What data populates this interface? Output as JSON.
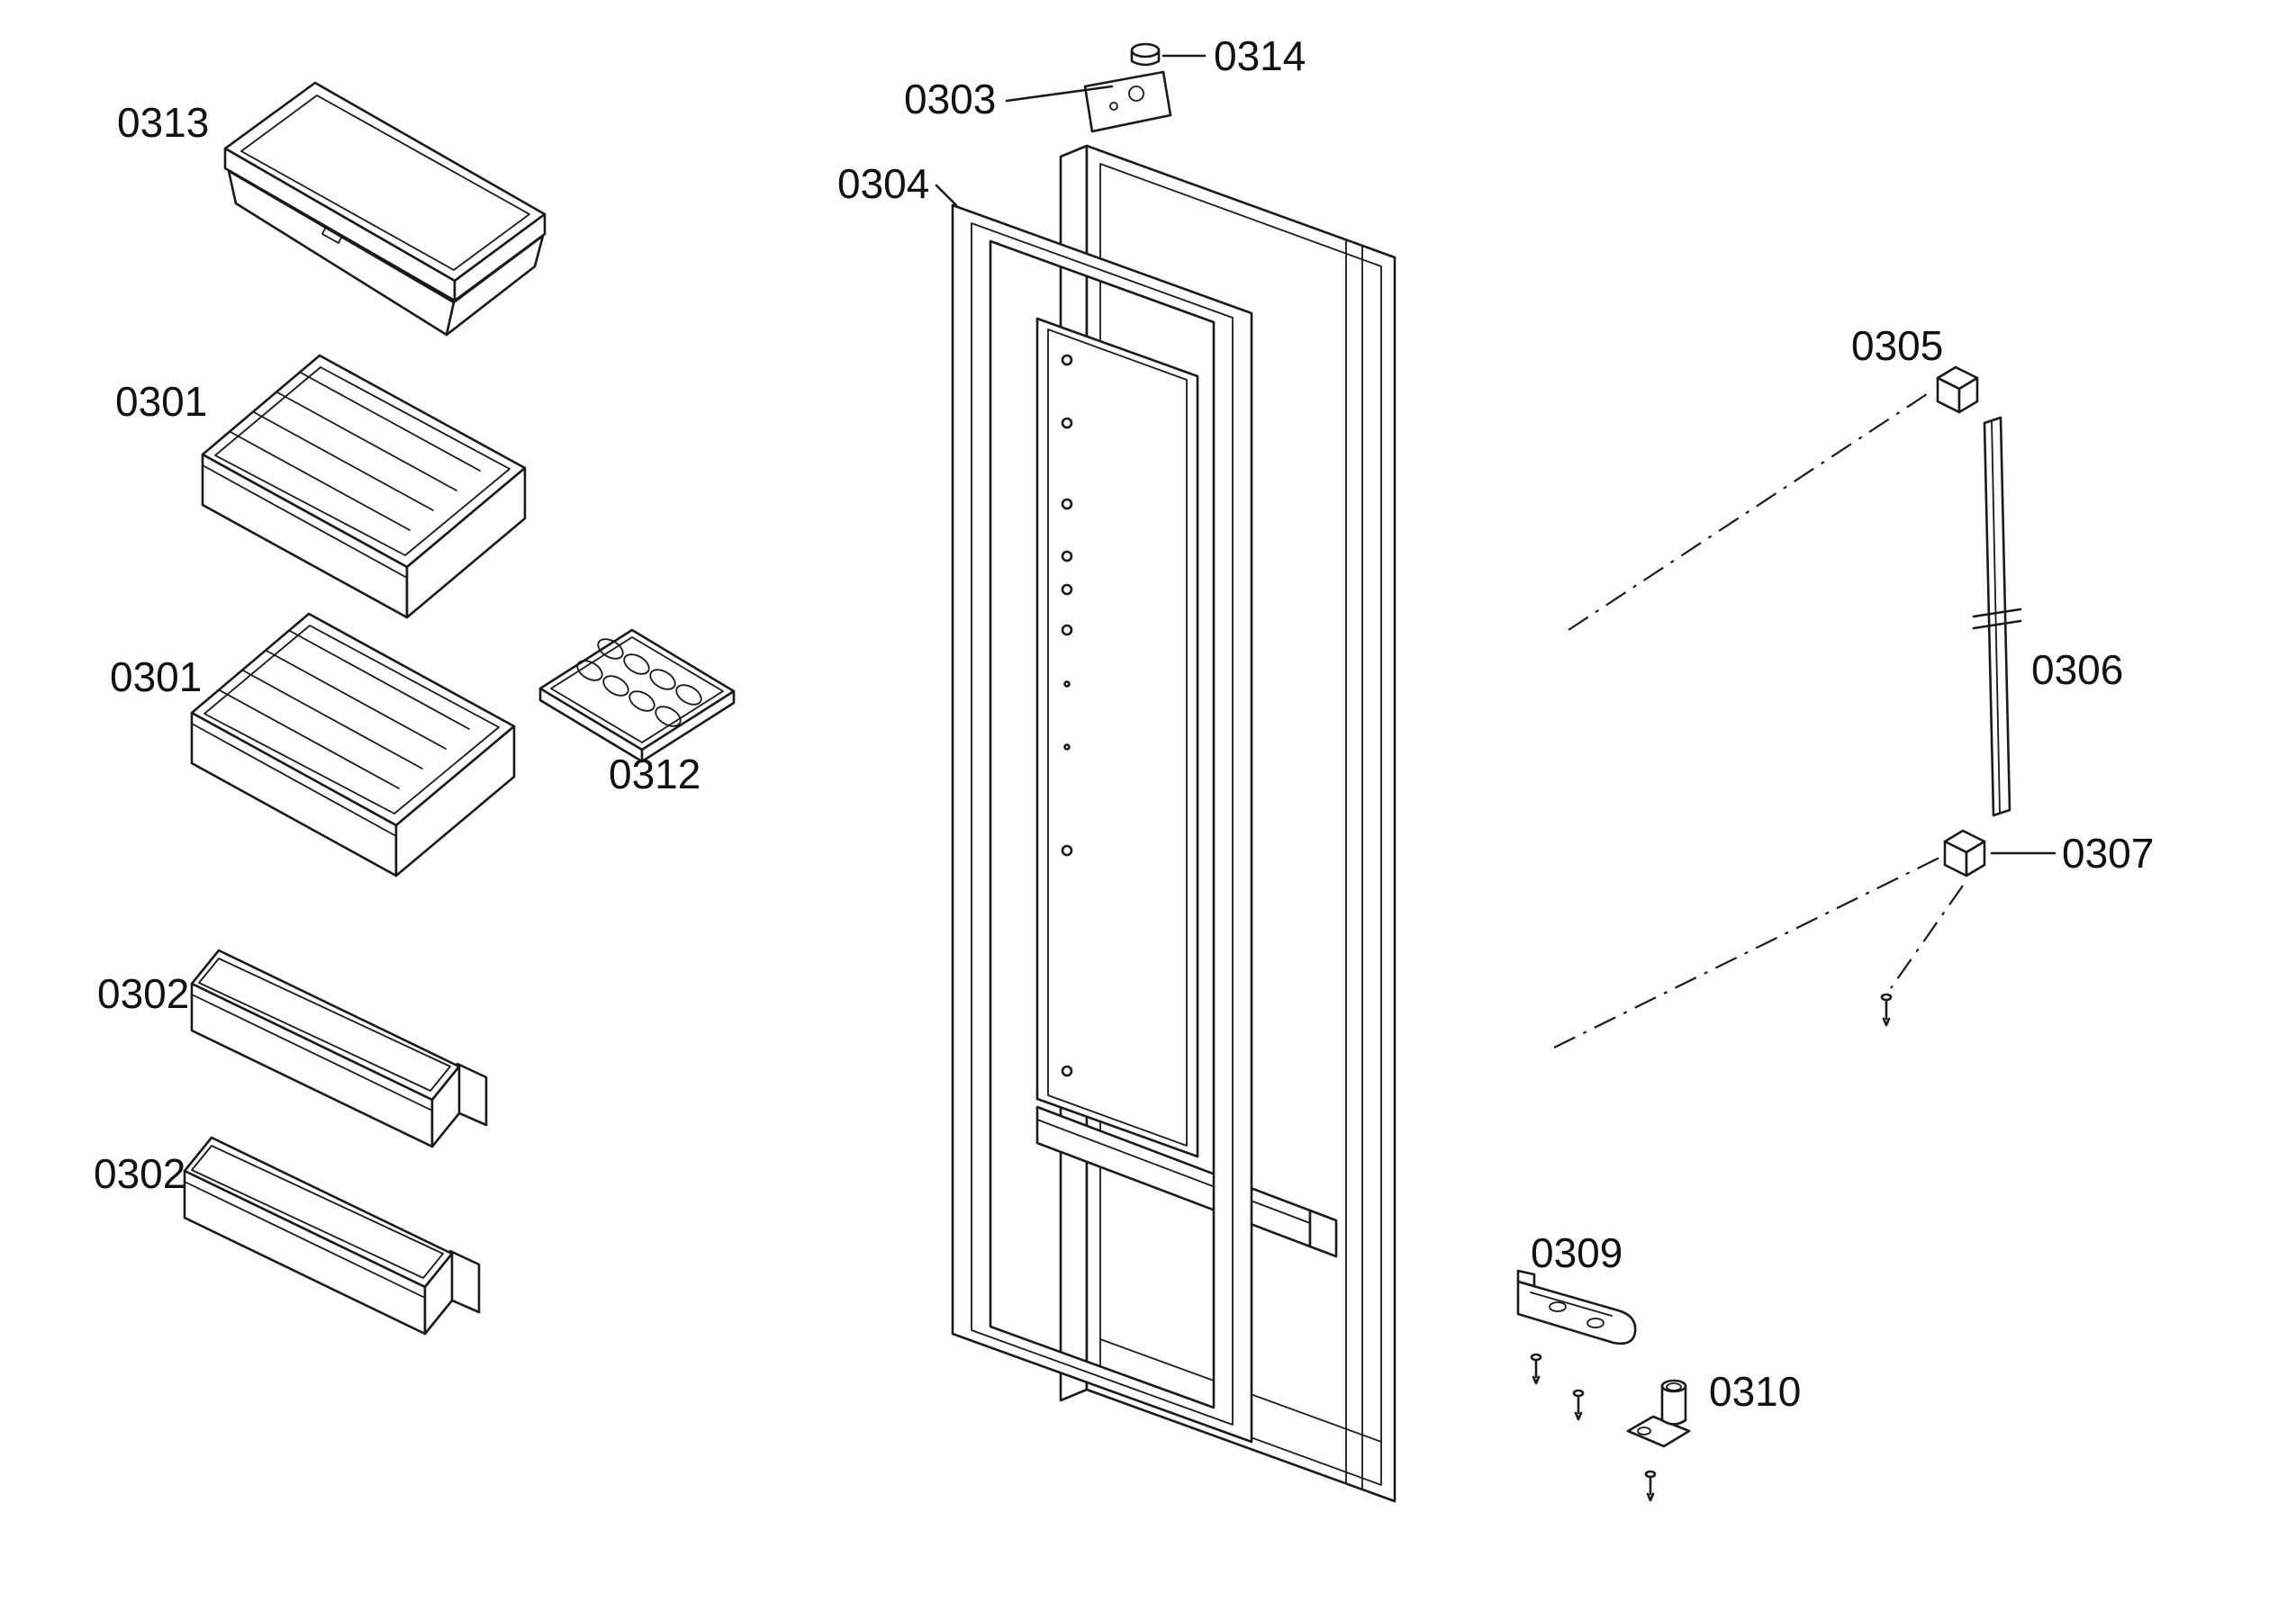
{
  "colors": {
    "ink": "#1a1a1a",
    "background": "#ffffff"
  },
  "callouts": {
    "c0313": {
      "text": "0313"
    },
    "c0301a": {
      "text": "0301"
    },
    "c0301b": {
      "text": "0301"
    },
    "c0312": {
      "text": "0312"
    },
    "c0302a": {
      "text": "0302"
    },
    "c0302b": {
      "text": "0302"
    },
    "c0303": {
      "text": "0303"
    },
    "c0304": {
      "text": "0304"
    },
    "c0314": {
      "text": "0314"
    },
    "c0305": {
      "text": "0305"
    },
    "c0306": {
      "text": "0306"
    },
    "c0307": {
      "text": "0307"
    },
    "c0309": {
      "text": "0309"
    },
    "c0310": {
      "text": "0310"
    }
  }
}
